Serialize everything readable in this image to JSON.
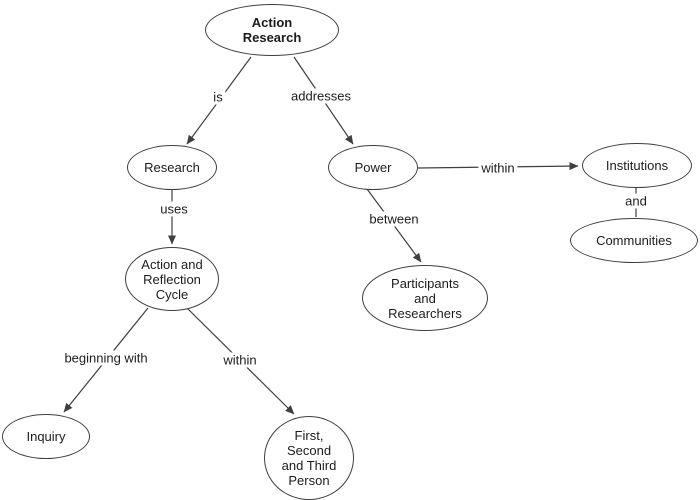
{
  "diagram": {
    "type": "concept-map",
    "root": "Action Research"
  },
  "colors": {
    "background": "#ffffff",
    "stroke": "#3f3f3f",
    "text": "#1c1c1c"
  },
  "nodes": {
    "action_research": {
      "label": "Action\nResearch",
      "emphasis": "bold"
    },
    "research": {
      "label": "Research"
    },
    "power": {
      "label": "Power"
    },
    "institutions": {
      "label": "Institutions"
    },
    "communities": {
      "label": "Communities"
    },
    "action_reflection_cycle": {
      "label": "Action and\nReflection\nCycle"
    },
    "participants_researchers": {
      "label": "Participants\nand\nResearchers"
    },
    "inquiry": {
      "label": "Inquiry"
    },
    "first_second_third_person": {
      "label": "First,\nSecond\nand Third\nPerson"
    }
  },
  "links": {
    "is": {
      "label": "is",
      "from": "action_research",
      "to": "research",
      "arrow": true
    },
    "addresses": {
      "label": "addresses",
      "from": "action_research",
      "to": "power",
      "arrow": true
    },
    "uses": {
      "label": "uses",
      "from": "research",
      "to": "action_reflection_cycle",
      "arrow": true
    },
    "within_institutions": {
      "label": "within",
      "from": "power",
      "to": "institutions",
      "arrow": true
    },
    "between": {
      "label": "between",
      "from": "power",
      "to": "participants_researchers",
      "arrow": true
    },
    "and": {
      "label": "and",
      "from": "institutions",
      "to": "communities",
      "arrow": false
    },
    "beginning_with": {
      "label": "beginning with",
      "from": "action_reflection_cycle",
      "to": "inquiry",
      "arrow": true
    },
    "within_person": {
      "label": "within",
      "from": "action_reflection_cycle",
      "to": "first_second_third_person",
      "arrow": true
    }
  }
}
